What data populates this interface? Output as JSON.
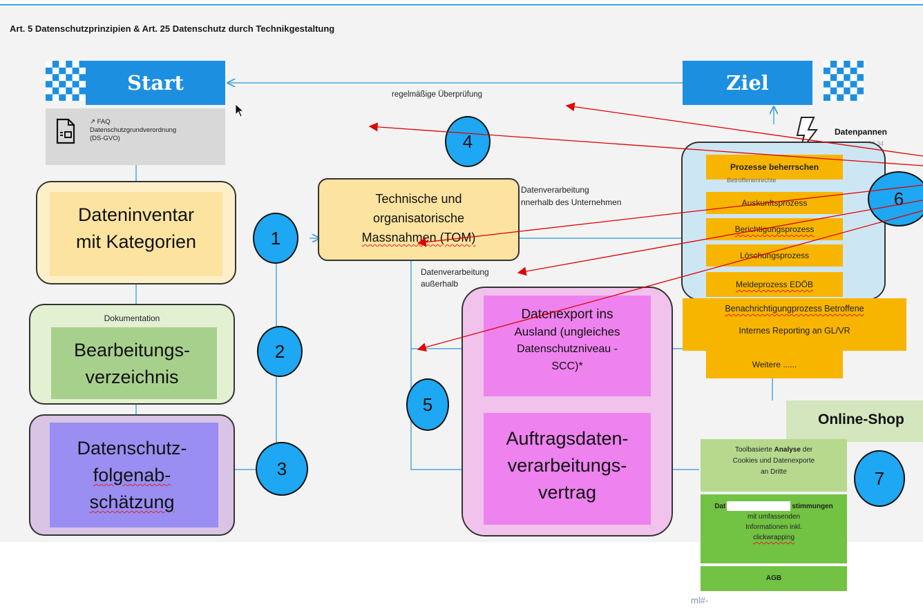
{
  "header": {
    "title": "Art. 5 Datenschutzprinzipien & Art. 25 Datenschutz durch Technikgestaltung"
  },
  "banners": {
    "start": "Start",
    "ziel": "Ziel"
  },
  "review_label": "regelmäßige Überprüfung",
  "faq": {
    "arrow_label": "↗ FAQ",
    "line1": "Datenschutzgrundverordnung",
    "line2": "(DS-GVO)"
  },
  "cards": {
    "inventory": {
      "line1": "Dateninventar",
      "line2": "mit Kategorien"
    },
    "processing": {
      "caption": "Dokumentation",
      "line1": "Bearbeitungs-",
      "line2": "verzeichnis"
    },
    "dpia": {
      "line1": "Datenschutz-",
      "line2": "folgenab-",
      "line3": "schätzung"
    },
    "tom": {
      "line1": "Technische und",
      "line2": "organisatorische",
      "line3": "Massnahmen (TOM)"
    },
    "export": {
      "line1": "Datenexport ins",
      "line2": "Ausland (ungleiches",
      "line3": "Datenschutzniveau -",
      "line4": "SCC)*"
    },
    "adv": {
      "line1": "Auftragsdaten-",
      "line2": "verarbeitungs-",
      "line3": "vertrag"
    }
  },
  "circles": [
    "1",
    "2",
    "3",
    "4",
    "5",
    "6",
    "7"
  ],
  "labels": {
    "inside_1": "Datenverarbeitung",
    "inside_2": "nnerhalb des Unternehmen",
    "outside_1": "Datenverarbeitung",
    "outside_2": "außerhalb"
  },
  "breaches": {
    "title": "Datenpannen",
    "ref": "Art. 33 34"
  },
  "processes": {
    "header": "Prozesse beherrschen",
    "hidden": "Betroffenenrechte",
    "items": [
      "Auskunftsprozess",
      "Berichtigungsprozess",
      "Löschungsprozess",
      "Meldeprozess EDÖB"
    ],
    "wide_items": [
      "Benachrichtigungprozess Betroffene",
      "Internes Reporting an GL/VR",
      "Weitere ......"
    ]
  },
  "shop": {
    "title": "Online-Shop",
    "analysis": {
      "pre": "Toolbasierte ",
      "bold": "Analyse",
      "post": " der",
      "line2": "Cookies und Datenexporte",
      "line3": "an Dritte"
    },
    "terms": {
      "left": "Dat",
      "right": "stimmungen",
      "line2": "mit umfassenden",
      "line3": "Informationen inkl.",
      "line4": "clickwrapping"
    },
    "agb": "AGB"
  },
  "footer_fragment": "ml#-",
  "colors": {
    "blue": "#1d8fe0",
    "circle": "#1ea7f2",
    "orange": "#f7b500",
    "pink": "#ee82ee",
    "green": "#b6d98d",
    "red_arrow": "#e00000"
  }
}
